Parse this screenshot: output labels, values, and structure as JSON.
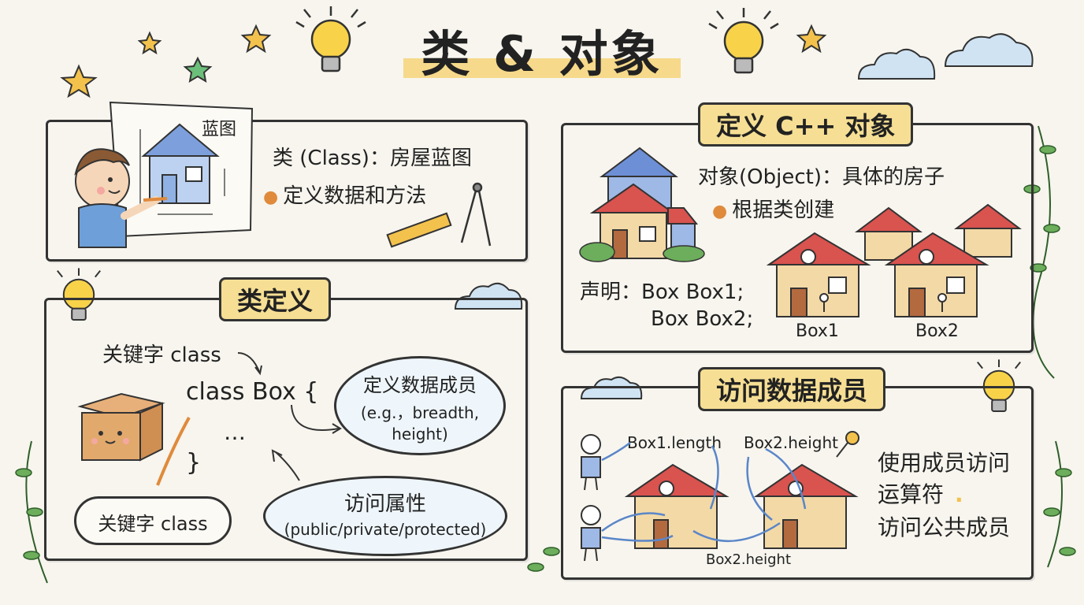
{
  "title": "类 & 对象",
  "blueprint": {
    "sketch_label": "蓝图",
    "line1": "类 (Class)：房屋蓝图",
    "line2": "定义数据和方法"
  },
  "class_def": {
    "tag": "类定义",
    "keyword_top": "关键字 class",
    "code_line1": "class Box {",
    "code_line2": "…",
    "code_line3": "}",
    "keyword_bottom": "关键字 class",
    "members_title": "定义数据成员",
    "members_example1": "(e.g.，breadth,",
    "members_example2": "height)",
    "access_title": "访问属性",
    "access_values": "(public/private/protected)"
  },
  "objects": {
    "tag": "定义 C++ 对象",
    "line1": "对象(Object)：具体的房子",
    "line2": "根据类创建",
    "decl_label": "声明：Box Box1;",
    "decl_line2": "Box Box2;",
    "box1_label": "Box1",
    "box2_label": "Box2"
  },
  "access": {
    "tag": "访问数据成员",
    "label_length": "Box1.length",
    "label_height": "Box2.height",
    "label_height_bottom": "Box2.height",
    "desc1": "使用成员访问",
    "desc2": "运算符",
    "desc3": "访问公共成员"
  },
  "colors": {
    "highlight": "#f6d98a",
    "tag_fill": "#f6df94",
    "roof_red": "#d9534f",
    "roof_blue": "#6d8fd6",
    "wall": "#f3d9a6",
    "bubble": "#eef6fb",
    "arrow": "#5a86c9"
  }
}
